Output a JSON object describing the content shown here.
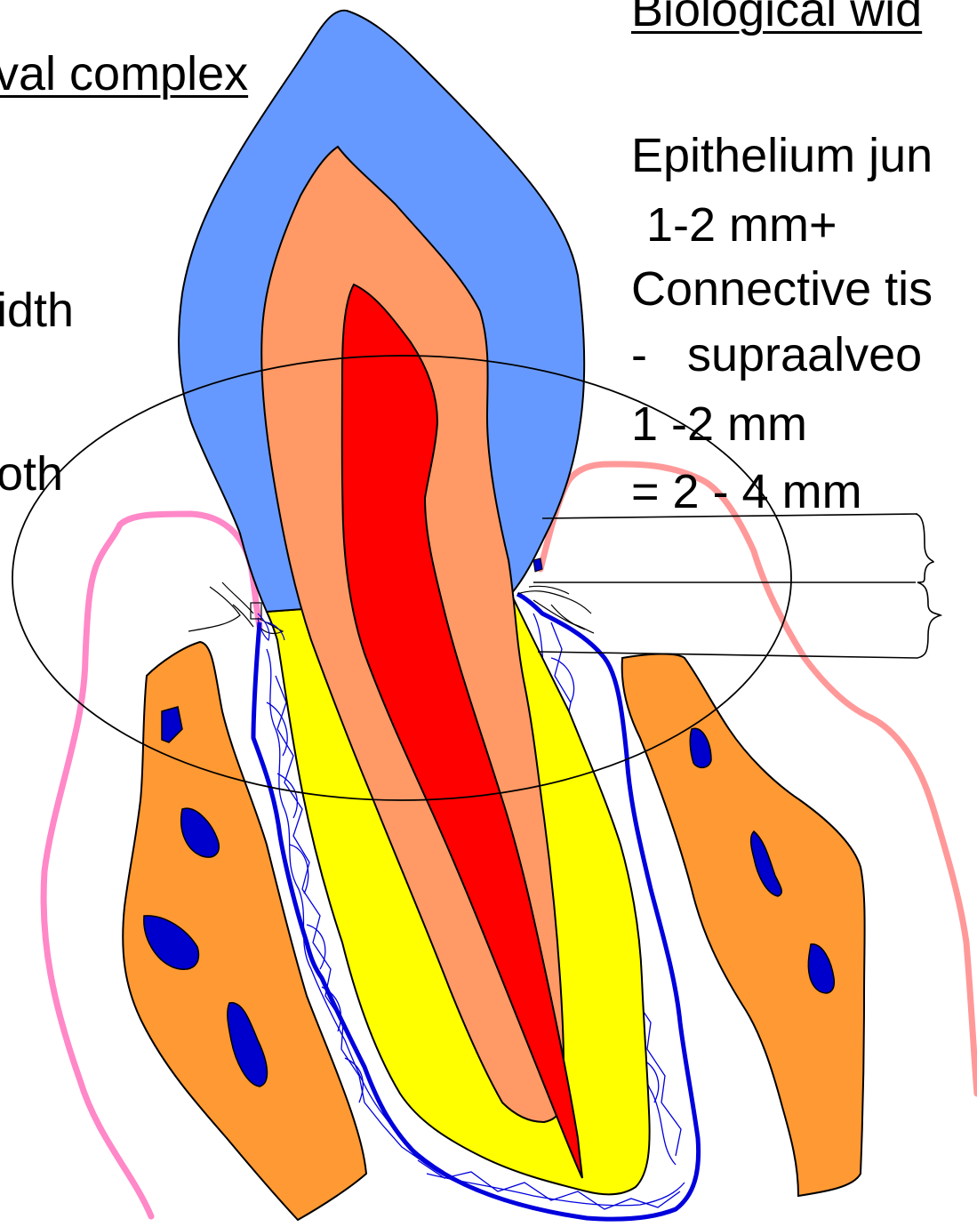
{
  "left_text": {
    "title_fragment": "val complex",
    "line_width": "idth",
    "line_tooth": "oth"
  },
  "right_text": {
    "title": "Biological wid",
    "epithelium": "Epithelium jun",
    "epithelium_value": " 1-2 mm+",
    "connective": "Connective tis",
    "supraalveolar": "-   supraalveo",
    "connective_value": "1 -2 mm",
    "total": "= 2 - 4 mm"
  },
  "colors": {
    "enamel": "#6699ff",
    "dentin": "#ff9966",
    "pulp": "#ff0000",
    "cementum": "#ffff00",
    "bone": "#ff9933",
    "marrow": "#0000cc",
    "ligament": "#0000dd",
    "gingiva": "#ff88c8",
    "gingiva_right": "#ff9999"
  }
}
